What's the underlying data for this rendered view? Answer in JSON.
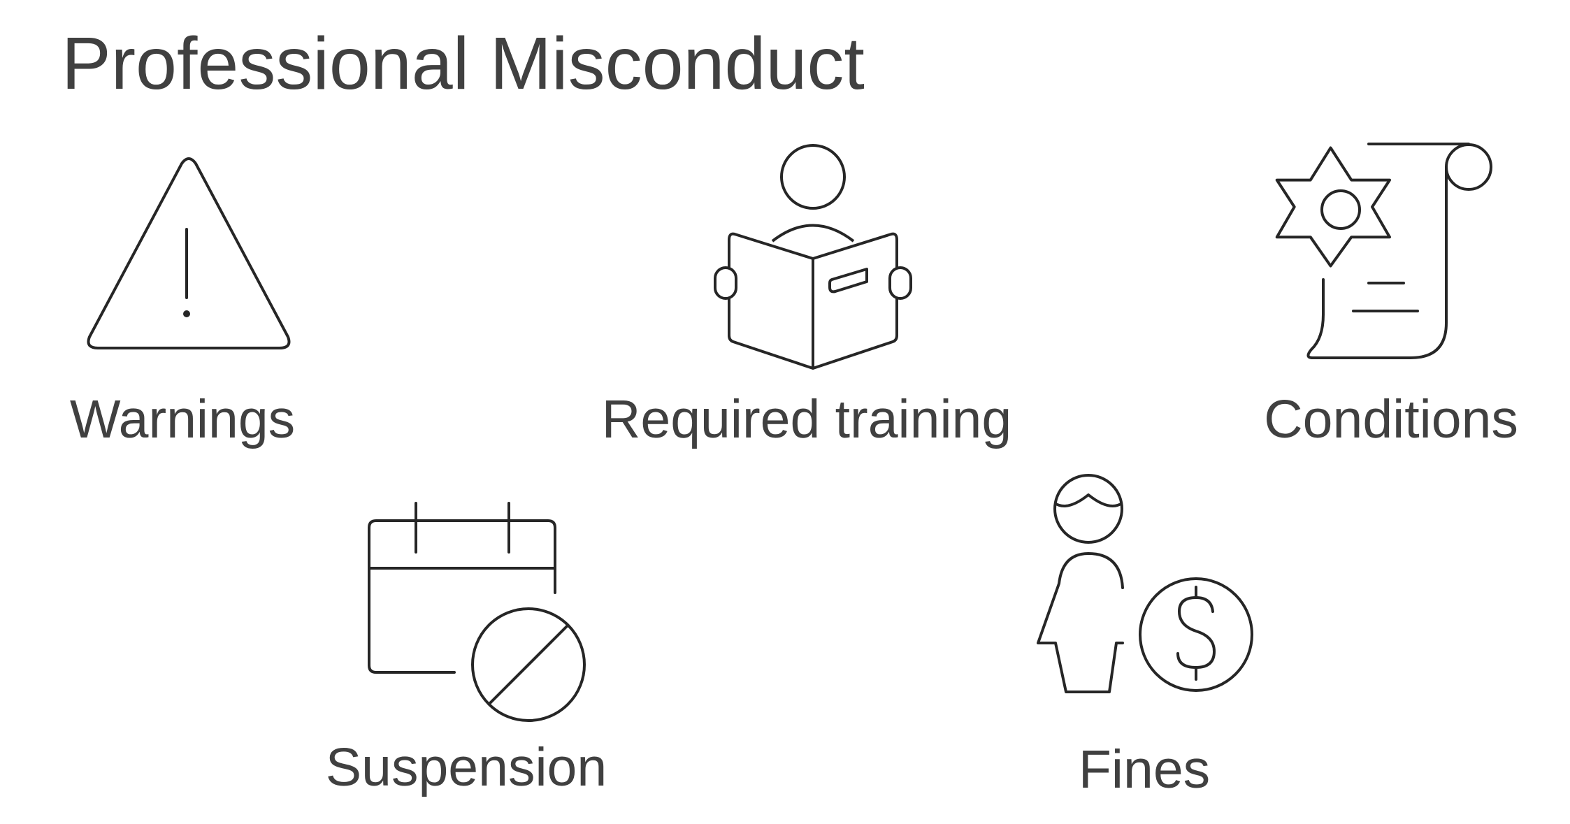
{
  "title": "Professional Misconduct",
  "items": [
    {
      "label": "Warnings",
      "icon": "warning-triangle-icon"
    },
    {
      "label": "Required training",
      "icon": "person-reading-book-icon"
    },
    {
      "label": "Conditions",
      "icon": "certificate-scroll-icon"
    },
    {
      "label": "Suspension",
      "icon": "calendar-prohibited-icon"
    },
    {
      "label": "Fines",
      "icon": "person-dollar-coin-icon"
    }
  ],
  "colors": {
    "text": "#404040",
    "icon_stroke": "#262626",
    "background": "#ffffff"
  }
}
